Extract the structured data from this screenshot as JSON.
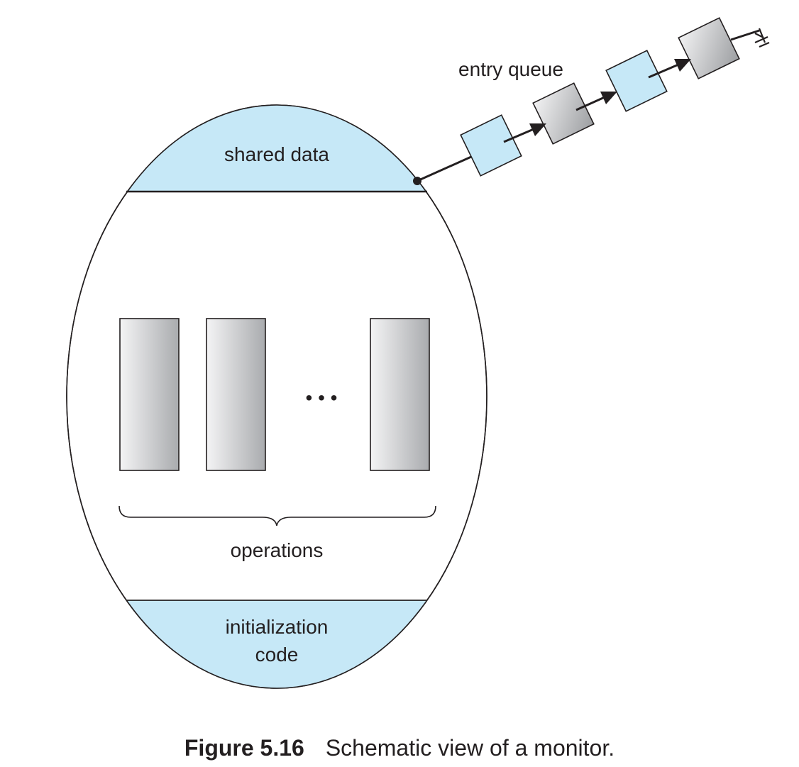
{
  "diagram": {
    "labels": {
      "entry_queue": "entry queue",
      "shared_data": "shared data",
      "operations": "operations",
      "init_line1": "initialization",
      "init_line2": "code",
      "ellipsis": "• • •"
    },
    "caption": {
      "number": "Figure 5.16",
      "text": "Schematic view of a monitor."
    },
    "colors": {
      "light_blue": "#c6e8f7",
      "stroke": "#231f20"
    }
  }
}
